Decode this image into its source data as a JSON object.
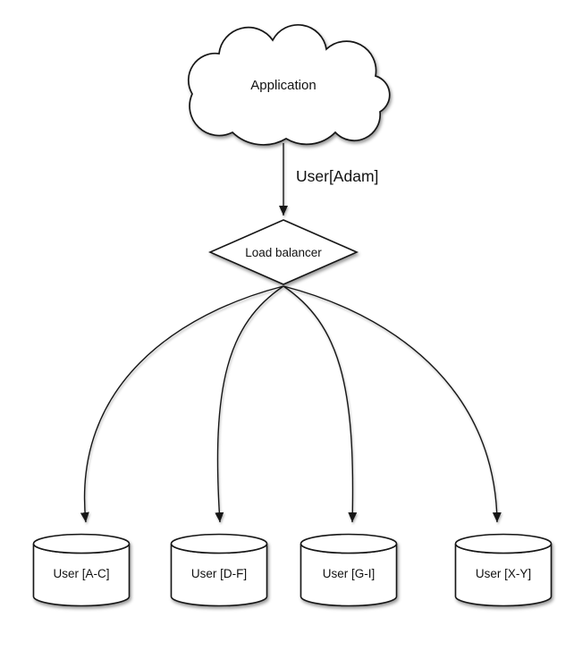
{
  "diagram": {
    "type": "flow-diagram",
    "background_color": "#ffffff",
    "stroke_color": "#161616",
    "node_fill_color": "#ffffff",
    "shadow_color": "rgba(0,0,0,0.40)",
    "nodes": {
      "application": {
        "label": "Application",
        "shape": "cloud"
      },
      "load_balancer": {
        "label": "Load balancer",
        "shape": "diamond"
      },
      "shards": [
        {
          "label": "User [A-C]",
          "shape": "cylinder"
        },
        {
          "label": "User [D-F]",
          "shape": "cylinder"
        },
        {
          "label": "User [G-I]",
          "shape": "cylinder"
        },
        {
          "label": "User [X-Y]",
          "shape": "cylinder"
        }
      ]
    },
    "edges": {
      "app_to_lb": {
        "label": "User[Adam]",
        "from": "application",
        "to": "load_balancer"
      },
      "lb_to_shard1": {
        "label": "",
        "from": "load_balancer",
        "to": "shard-1"
      },
      "lb_to_shard2": {
        "label": "",
        "from": "load_balancer",
        "to": "shard-2"
      },
      "lb_to_shard3": {
        "label": "",
        "from": "load_balancer",
        "to": "shard-3"
      },
      "lb_to_shard4": {
        "label": "",
        "from": "load_balancer",
        "to": "shard-4"
      }
    }
  }
}
